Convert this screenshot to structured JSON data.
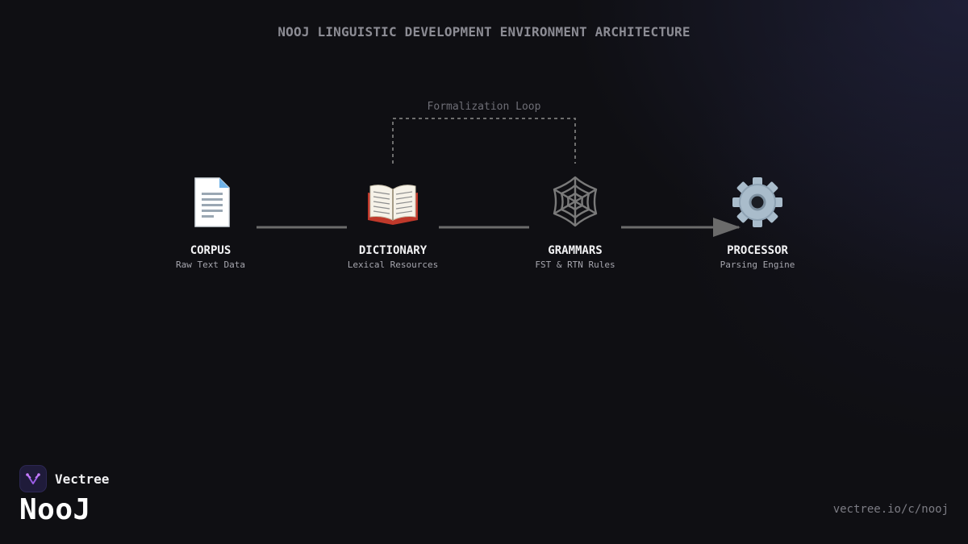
{
  "title": "NOOJ LINGUISTIC DEVELOPMENT ENVIRONMENT ARCHITECTURE",
  "loop_label": "Formalization Loop",
  "nodes": [
    {
      "title": "CORPUS",
      "subtitle": "Raw Text Data",
      "icon": "document-icon"
    },
    {
      "title": "DICTIONARY",
      "subtitle": "Lexical Resources",
      "icon": "open-book-icon"
    },
    {
      "title": "GRAMMARS",
      "subtitle": "FST & RTN Rules",
      "icon": "spider-web-icon"
    },
    {
      "title": "PROCESSOR",
      "subtitle": "Parsing Engine",
      "icon": "gear-icon"
    }
  ],
  "footer": {
    "brand": "Vectree",
    "product": "NooJ",
    "url": "vectree.io/c/nooj"
  },
  "colors": {
    "background": "#0f0f13",
    "connector": "#6b6b6b",
    "loop": "#6e6e6e",
    "brand_accent": "#9b5de5"
  }
}
